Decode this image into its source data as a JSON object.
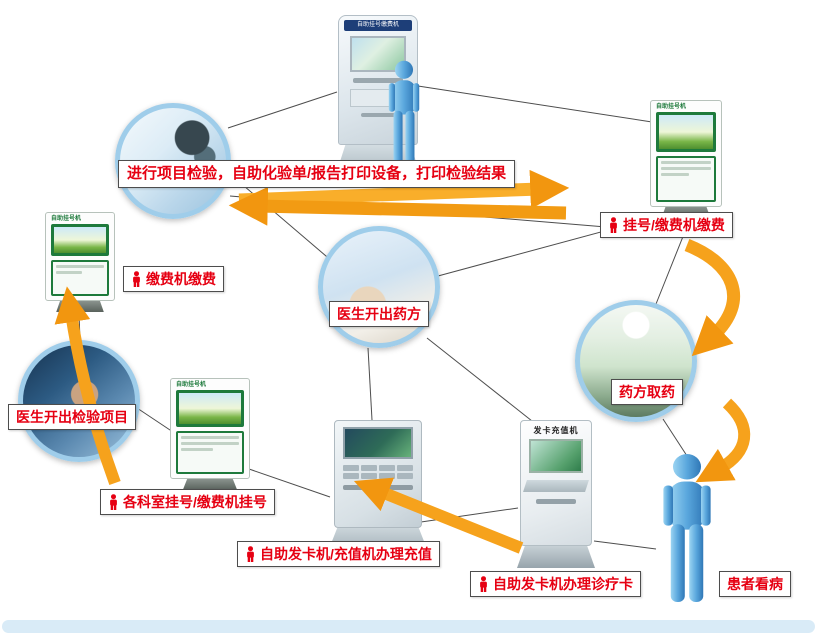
{
  "labels": {
    "lab_banner": "进行项目检验，自助化验单/报告打印设备，打印检验结果",
    "reg_pay": "挂号/缴费机缴费",
    "pay_machine": "缴费机缴费",
    "doctor_rx": "医生开出药方",
    "doctor_test": "医生开出检验项目",
    "dept_reg": "各科室挂号/缴费机挂号",
    "recharge": "自助发卡机/充值机办理充值",
    "card_issue": "自助发卡机办理诊疗卡",
    "patient": "患者看病",
    "pharmacy": "药方取药"
  },
  "kiosks": {
    "top_title": "自助挂号缴费机",
    "green_title": "自助挂号机",
    "card_title": "发卡充值机"
  },
  "colors": {
    "arrow_orange": "#F6A21C",
    "label_red": "#E60012",
    "kiosk_green": "#1E7A3C",
    "person_blue": "#5AA7DD",
    "ring_blue": "#9FCDEA"
  }
}
